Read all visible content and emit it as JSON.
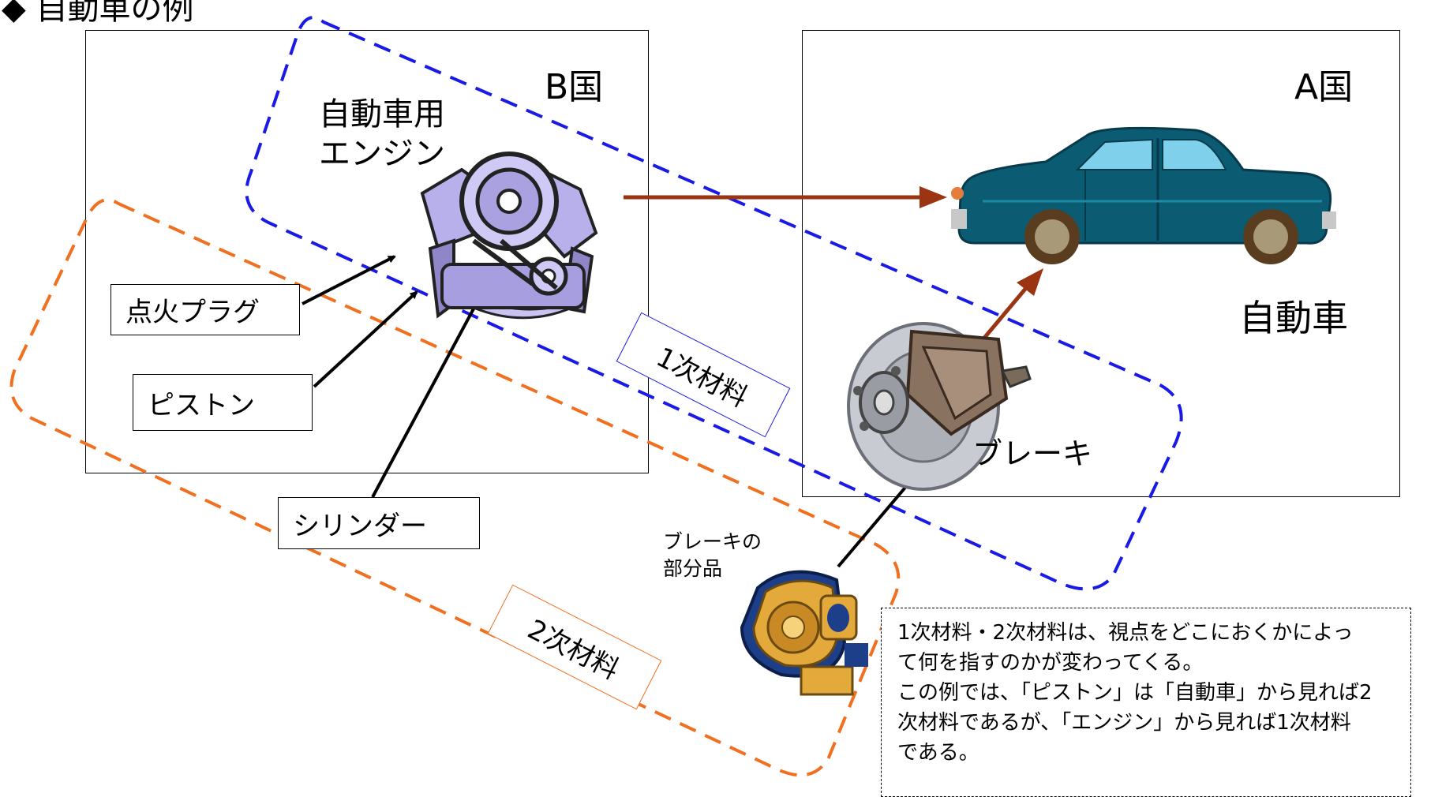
{
  "title": "◆ 自動車の例",
  "countries": {
    "b": "B国",
    "a": "A国"
  },
  "engine_label": [
    "自動車用",
    "エンジン"
  ],
  "car_label": "自動車",
  "brake_label": "ブレーキ",
  "brake_part_label": [
    "ブレーキの",
    "部分品"
  ],
  "parts": {
    "spark_plug": "点火プラグ",
    "piston": "ピストン",
    "cylinder": "シリンダー"
  },
  "tags": {
    "primary": "1次材料",
    "secondary": "2次材料"
  },
  "note_lines": [
    "1次材料・2次材料は、視点をどこにおくかによっ",
    "て何を指すのかが変わってくる。",
    "この例では、「ピストン」は「自動車」から見れば2",
    "次材料であるが、「エンジン」から見れば1次材料",
    "である。"
  ],
  "colors": {
    "primary_loop": "#1a1ae6",
    "secondary_loop": "#f07020",
    "arrow_brown": "#9a3412",
    "car_body": "#0b5b73"
  },
  "icons": [
    "engine-icon",
    "car-icon",
    "brake-icon",
    "turbocharger-icon"
  ]
}
